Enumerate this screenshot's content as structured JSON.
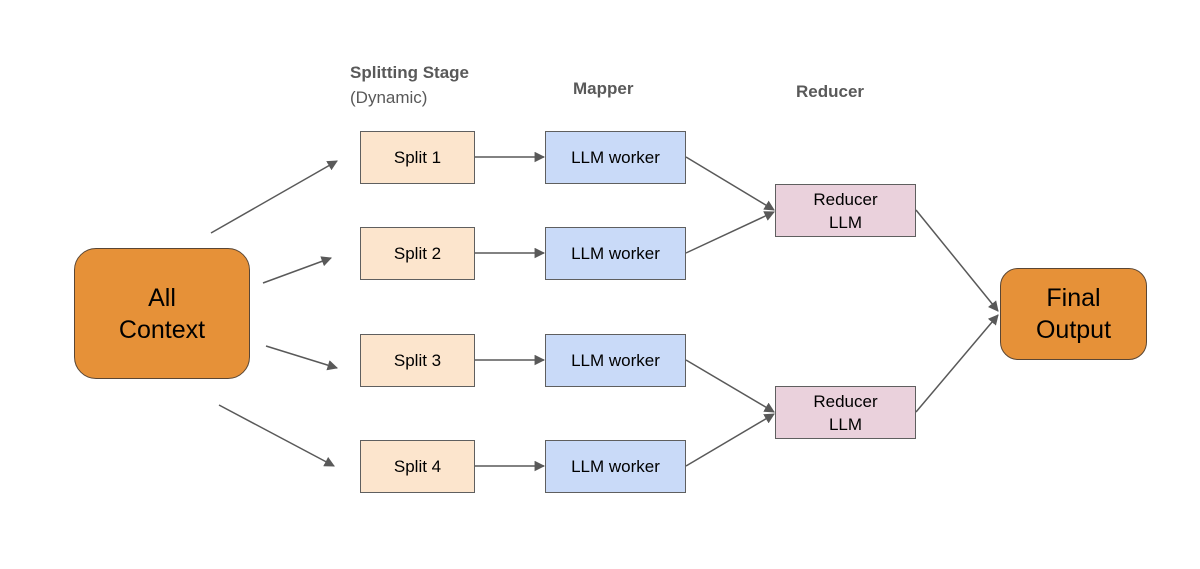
{
  "headers": {
    "splitting_title": "Splitting Stage",
    "splitting_subtitle": "(Dynamic)",
    "mapper": "Mapper",
    "reducer": "Reducer"
  },
  "nodes": {
    "all_context": {
      "line1": "All",
      "line2": "Context"
    },
    "splits": [
      "Split 1",
      "Split 2",
      "Split 3",
      "Split 4"
    ],
    "workers": [
      "LLM worker",
      "LLM worker",
      "LLM worker",
      "LLM worker"
    ],
    "reducers": [
      {
        "line1": "Reducer",
        "line2": "LLM"
      },
      {
        "line1": "Reducer",
        "line2": "LLM"
      }
    ],
    "final_output": {
      "line1": "Final",
      "line2": "Output"
    }
  },
  "colors": {
    "context": "#e69138",
    "split": "#fce5cd",
    "worker": "#c9daf8",
    "reducer": "#ead1dc",
    "arrow": "#595959",
    "header": "#595959"
  }
}
